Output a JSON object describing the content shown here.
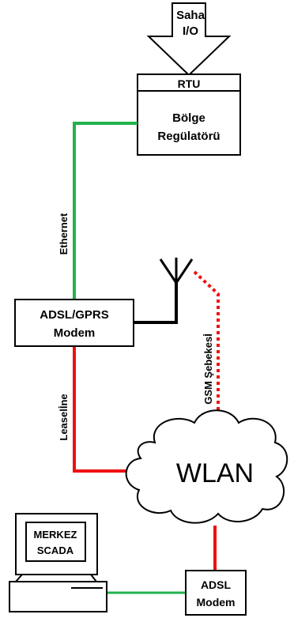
{
  "colors": {
    "ethernet": "#22b14c",
    "leased_line": "#ee1111",
    "gsm": "#ee1111",
    "antenna": "#000000",
    "lan": "#22b14c",
    "adsl_link": "#ee1111",
    "stroke": "#000000",
    "fill": "#ffffff"
  },
  "field_io": {
    "line1": "Saha",
    "line2": "I/O"
  },
  "rtu": {
    "header": "RTU",
    "line1": "Bölge",
    "line2": "Regülatörü"
  },
  "modem_gprs": {
    "line1": "ADSL/GPRS",
    "line2": "Modem"
  },
  "cloud": {
    "label": "WLAN"
  },
  "labels": {
    "ethernet": "Ethernet",
    "leased_line": "Leaselİne",
    "gsm": "GSM Şebekesİ"
  },
  "scada": {
    "line1": "MERKEZ",
    "line2": "SCADA"
  },
  "adsl_modem": {
    "line1": "ADSL",
    "line2": "Modem"
  }
}
